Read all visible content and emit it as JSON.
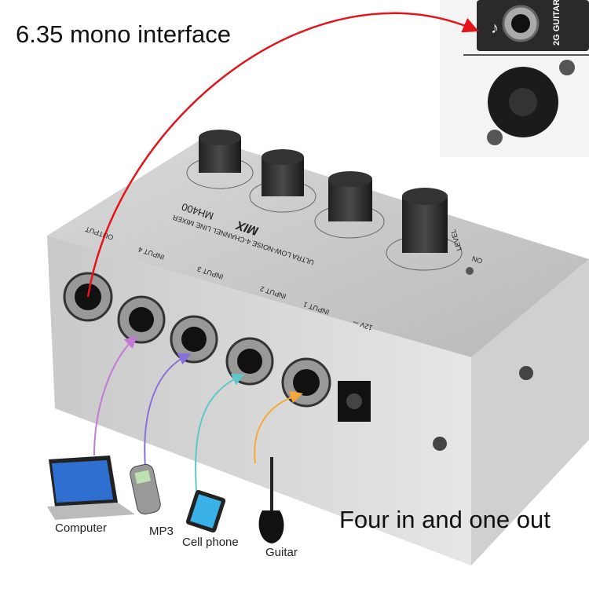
{
  "captions": {
    "top": "6.35 mono interface",
    "bottom": "Four in and one out"
  },
  "devices": [
    {
      "label": "Computer",
      "arrow_color": "#c27ad6"
    },
    {
      "label": "MP3",
      "arrow_color": "#8b6fd8"
    },
    {
      "label": "Cell phone",
      "arrow_color": "#5fc7c9"
    },
    {
      "label": "Guitar",
      "arrow_color": "#f4a93a"
    }
  ],
  "output_arrow_color": "#e3151a",
  "mixer": {
    "brand": "MIX",
    "model": "MH400",
    "subtitle": "ULTRA LOW-NOISE 4-CHANNEL LINE MIXER",
    "ports": [
      "OUTPUT",
      "INPUT 4",
      "INPUT 3",
      "INPUT 2",
      "INPUT 1",
      "12V ⎓"
    ],
    "power": "ON",
    "knob_label": "LEVEL"
  },
  "inset": {
    "jack_label": "2G GUITAR"
  }
}
